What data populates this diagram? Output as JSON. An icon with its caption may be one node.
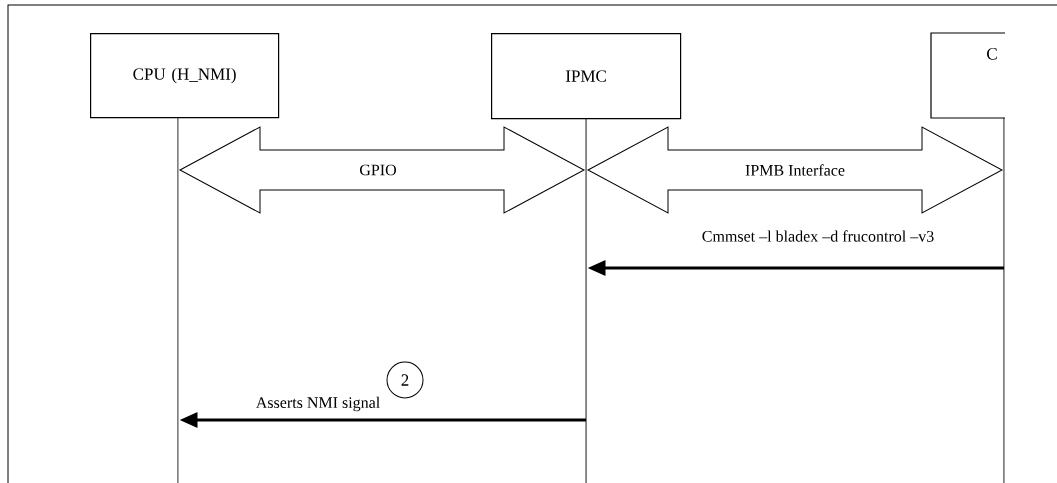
{
  "diagram": {
    "nodes": [
      {
        "text": [
          "CPU (H_NMI)"
        ]
      },
      {
        "text": [
          "IPMC"
        ]
      },
      {
        "text": [
          "C"
        ]
      },
      {
        "text": [
          "2"
        ]
      }
    ],
    "edges": [
      {
        "from": 0,
        "to": 1,
        "arrow": "both",
        "label": "GPIO"
      },
      {
        "from": 1,
        "to": 2,
        "arrow": "both",
        "label": "IPMB Interface"
      },
      {
        "from": 2,
        "to": 1,
        "arrow": "to",
        "label": "Cmmset –l bladex –d frucontrol –v3"
      },
      {
        "from": 1,
        "to": 0,
        "arrow": "to",
        "label": "Asserts NMI signal"
      }
    ]
  }
}
